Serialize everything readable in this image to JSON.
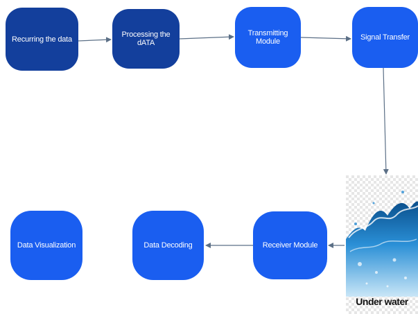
{
  "nodes": {
    "n1": "Recurring the data",
    "n2": "Processing the dATA",
    "n3": "Transmitting Module",
    "n4": "Signal Transfer",
    "n5": "Receiver Module",
    "n6": "Data Decoding",
    "n7": "Data Visualization"
  },
  "image_caption": "Under water",
  "colors": {
    "dark_node": "#133f9c",
    "bright_node": "#1a5ef0",
    "arrow": "#5b6f86",
    "water": "#1e7fc4"
  }
}
